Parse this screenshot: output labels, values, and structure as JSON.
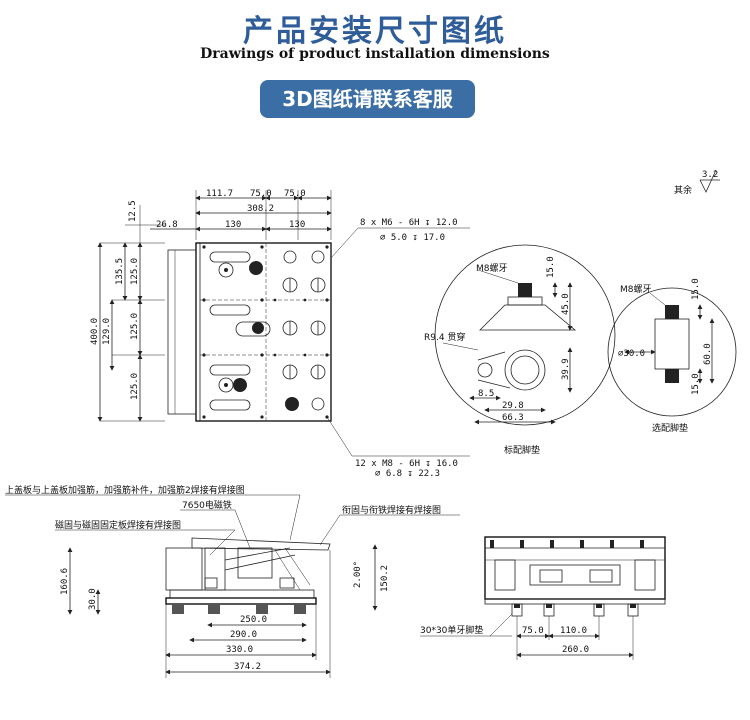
{
  "header": {
    "title": "产品安装尺寸图纸",
    "subtitle": "Drawings of product installation dimensions",
    "cta_label": "3D图纸请联系客服"
  },
  "colors": {
    "title": "#2f5d9a",
    "button": "#3a6ea5"
  },
  "top_view": {
    "dims_top": [
      "111.7",
      "75.0",
      "75.0"
    ],
    "dim_overall": "308.2",
    "dim_26": "26.8",
    "dim_130a": "130",
    "dim_130b": "130",
    "dim_125top": "12.5",
    "left_dims": [
      "135.5",
      "125.0",
      "125.0",
      "125.0"
    ],
    "dim_129": "129.0",
    "dim_400": "400.0",
    "callout_top_1": "8 x  M6 - 6H  ↧ 12.0",
    "callout_top_2": "⌀ 5.0  ↧ 17.0",
    "callout_bot_1": "12 x  M8 - 6H  ↧ 16.0",
    "callout_bot_2": "⌀ 6.8  ↧ 22.3"
  },
  "detail_circle": {
    "m8": "M8螺牙",
    "dim_15": "15.0",
    "dim_45": "45.0",
    "r94": "R9.4 贯穿",
    "dim_399": "39.9",
    "dim_85": "8.5",
    "dim_298": "29.8",
    "dim_663": "66.3",
    "caption": "标配脚垫"
  },
  "optional_circle": {
    "m8": "M8螺牙",
    "dim_15a": "15.0",
    "dim_15b": "15.0",
    "dim_60": "60.0",
    "dim_30": "⌀30.0",
    "caption": "选配脚垫"
  },
  "roughness": {
    "value": "3.2",
    "label": "其余"
  },
  "side_view": {
    "note_1": "上盖板与上盖板加强筋，加强筋补件，加强筋2焊接有焊接图",
    "note_2": "7650电磁铁",
    "note_3": "磁固与磁固固定板焊接有焊接图",
    "note_4": "衔固与衔铁焊接有焊接图",
    "dim_1606": "160.6",
    "dim_30": "30.0",
    "dim_2deg": "2.00°",
    "dim_1502": "150.2",
    "dim_250": "250.0",
    "dim_290": "290.0",
    "dim_330": "330.0",
    "dim_3742": "374.2"
  },
  "front_view": {
    "pad_label": "30*30单牙脚垫",
    "dim_75": "75.0",
    "dim_110": "110.0",
    "dim_260": "260.0"
  }
}
